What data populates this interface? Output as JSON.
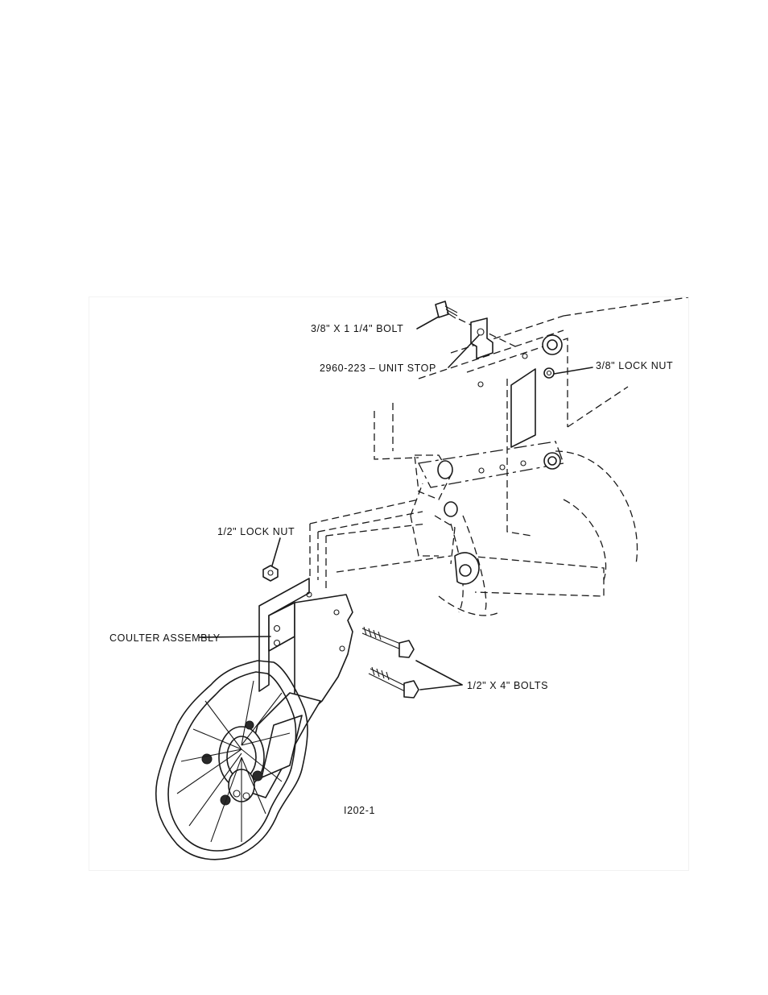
{
  "figure": {
    "labels": {
      "bolt_small": "3/8\" X 1 1/4\" BOLT",
      "unit_stop": "2960-223 – UNIT STOP",
      "lock_nut_small": "3/8\" LOCK NUT",
      "lock_nut_large": "1/2\" LOCK NUT",
      "coulter_assembly": "COULTER ASSEMBLY",
      "bolts_large": "1/2\" X 4\" BOLTS",
      "figure_id": "I202-1"
    }
  }
}
